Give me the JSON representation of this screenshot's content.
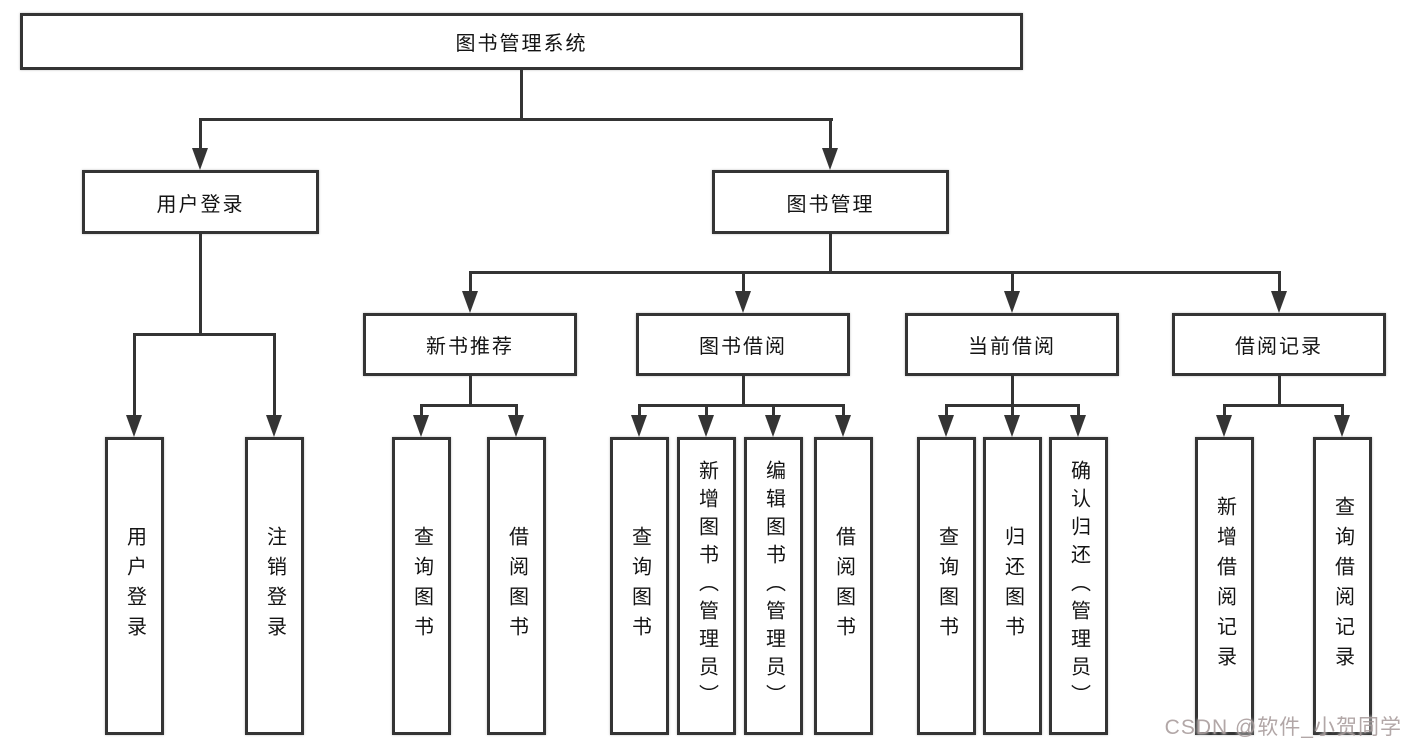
{
  "tree": {
    "root": {
      "label": "图书管理系统"
    },
    "level1": [
      {
        "label": "用户登录",
        "children": [
          {
            "label": "用户登录"
          },
          {
            "label": "注销登录"
          }
        ]
      },
      {
        "label": "图书管理",
        "children": [
          {
            "label": "新书推荐",
            "children": [
              {
                "label": "查询图书"
              },
              {
                "label": "借阅图书"
              }
            ]
          },
          {
            "label": "图书借阅",
            "children": [
              {
                "label": "查询图书"
              },
              {
                "label": "新增图书（管理员）"
              },
              {
                "label": "编辑图书（管理员）"
              },
              {
                "label": "借阅图书"
              }
            ]
          },
          {
            "label": "当前借阅",
            "children": [
              {
                "label": "查询图书"
              },
              {
                "label": "归还图书"
              },
              {
                "label": "确认归还（管理员）"
              }
            ]
          },
          {
            "label": "借阅记录",
            "children": [
              {
                "label": "新增借阅记录"
              },
              {
                "label": "查询借阅记录"
              }
            ]
          }
        ]
      }
    ]
  },
  "watermark": {
    "text": "CSDN @软件_小贺同学"
  },
  "colors": {
    "line": "#343434",
    "text": "#141414",
    "background": "#ffffff",
    "watermark": "#a49898"
  }
}
